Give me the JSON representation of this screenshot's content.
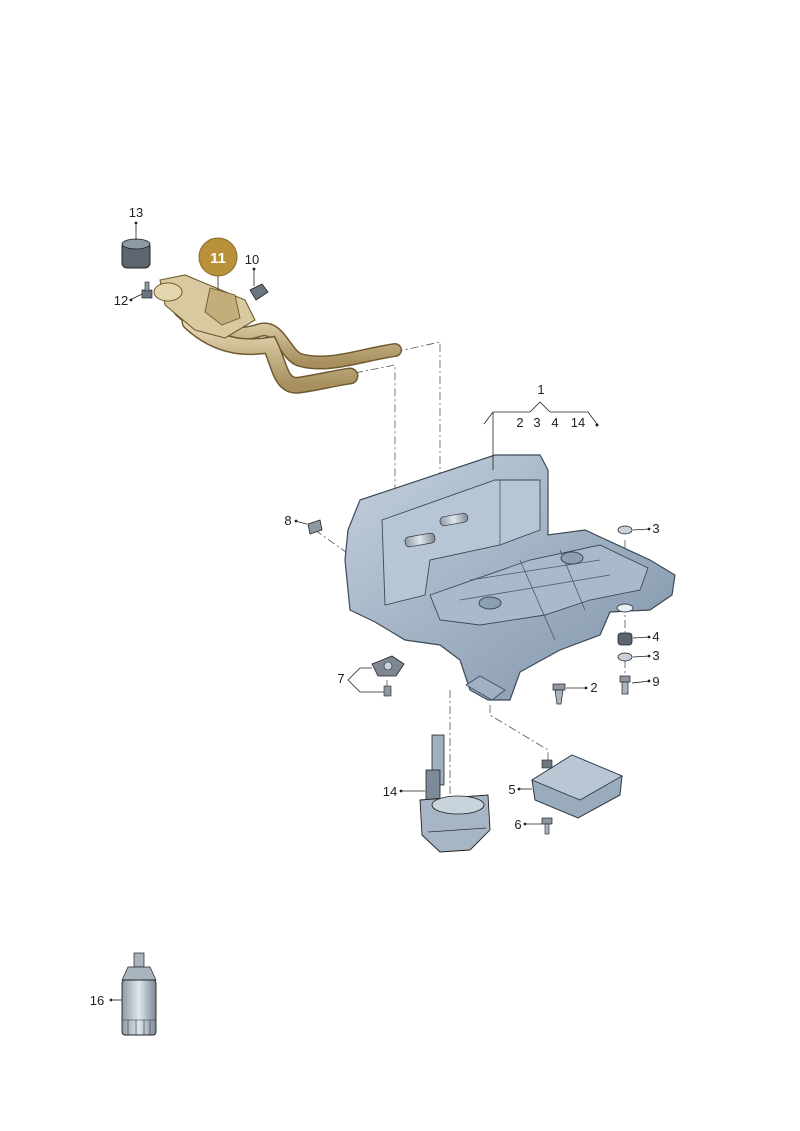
{
  "diagram": {
    "highlight_color": "#b8913a",
    "part_color": "#9eb0c4",
    "hose_color": "#cdbb93",
    "highlighted_part": "11",
    "labels": {
      "l1": "1",
      "l2a": "2",
      "l3a": "3",
      "l4a": "4",
      "l14a": "14",
      "l2b": "2",
      "l3b": "3",
      "l3c": "3",
      "l4b": "4",
      "l5": "5",
      "l6": "6",
      "l7": "7",
      "l8": "8",
      "l9": "9",
      "l10": "10",
      "l11": "11",
      "l12": "12",
      "l13": "13",
      "l14b": "14",
      "l16": "16"
    }
  }
}
